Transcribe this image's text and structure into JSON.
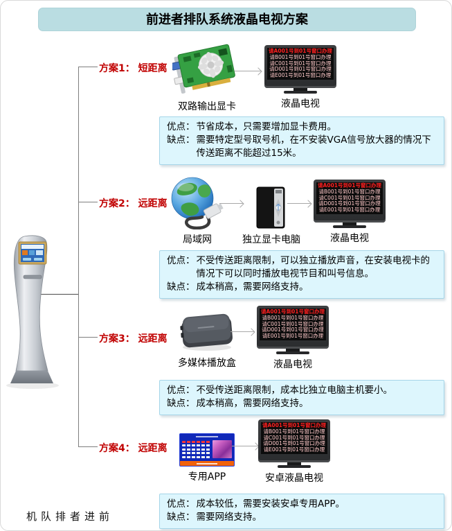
{
  "title": "前进者排队系统液晶电视方案",
  "kiosk": {
    "label": "前进者排队机"
  },
  "tv_screen": {
    "lines": [
      "请A001号到01号窗口办理",
      "请B001号到01号窗口办理",
      "请C001号到01号窗口办理",
      "请D001号到01号窗口办理",
      "请E001号到01号窗口办理"
    ]
  },
  "sections": [
    {
      "label": "方案1： 短距离",
      "devices": [
        {
          "caption": "双路输出显卡"
        },
        {
          "caption": "液晶电视"
        }
      ],
      "pros_label": "优点：",
      "pros": "节省成本，只需要增加显卡费用。",
      "cons_label": "缺点：",
      "cons": "需要特定型号取号机，在不安装VGA信号放大器的情况下传送距离不能超过15米。"
    },
    {
      "label": "方案2： 远距离",
      "devices": [
        {
          "caption": "局域网"
        },
        {
          "caption": "独立显卡电脑"
        },
        {
          "caption": "液晶电视"
        }
      ],
      "pros_label": "优点：",
      "pros": "不受传送距离限制，可以独立播放声音，在安装电视卡的情况下可以同时播放电视节目和叫号信息。",
      "cons_label": "缺点：",
      "cons": "成本稍高，需要网络支持。"
    },
    {
      "label": "方案3： 远距离",
      "devices": [
        {
          "caption": "多媒体播放盒"
        },
        {
          "caption": "液晶电视"
        }
      ],
      "pros_label": "优点：",
      "pros": "不受传送距离限制，成本比独立电脑主机要小。",
      "cons_label": "缺点：",
      "cons": "成本稍高，需要网络支持。"
    },
    {
      "label": "方案4： 远距离",
      "devices": [
        {
          "caption": "专用APP"
        },
        {
          "caption": "安卓液晶电视"
        }
      ],
      "pros_label": "优点：",
      "pros": "成本较低，需要安装安卓专用APP。",
      "cons_label": "缺点：",
      "cons": "需要网络支持。"
    }
  ],
  "colors": {
    "title_bg": "#badde2",
    "note_bg": "#ddf6fd",
    "note_border": "#a5d5e8",
    "scheme_label_red": "#c00000",
    "tv_first_line": "#ff1f1f",
    "tv_line": "#ffc9c9"
  }
}
